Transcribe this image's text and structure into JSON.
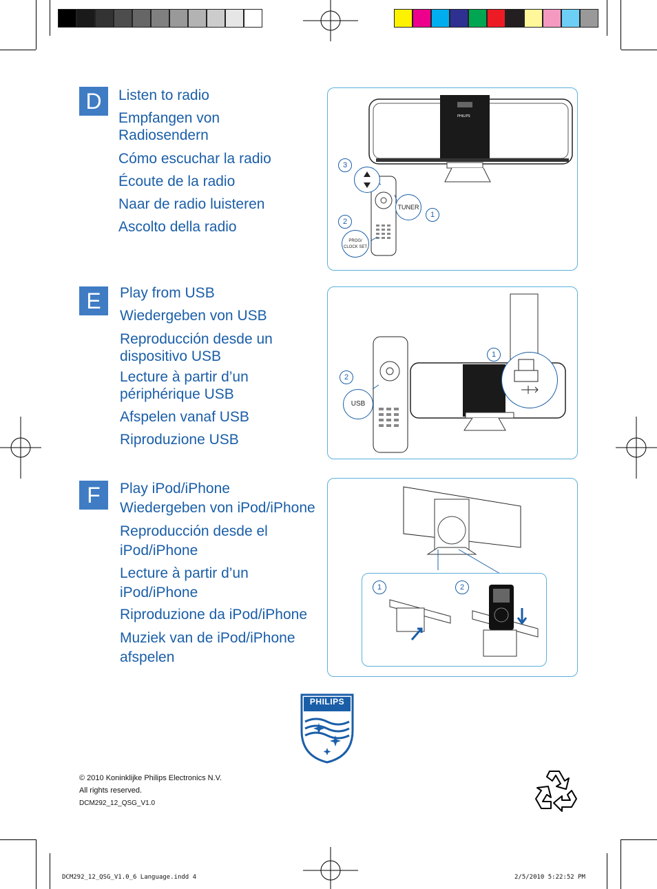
{
  "print_marks": {
    "gray_swatches": [
      "#000000",
      "#1a1a1a",
      "#333333",
      "#4d4d4d",
      "#666666",
      "#808080",
      "#999999",
      "#b3b3b3",
      "#cccccc",
      "#e6e6e6",
      "#ffffff"
    ],
    "color_swatches": [
      "#fff200",
      "#ec008c",
      "#00aeef",
      "#2e3192",
      "#00a651",
      "#ed1c24",
      "#231f20",
      "#fff799",
      "#f49ac1",
      "#6dcff6",
      "#999999"
    ]
  },
  "sections": {
    "d": {
      "letter": "D",
      "lines": [
        "Listen to radio",
        "Empfangen von Radiosendern",
        "Cómo escuchar la radio",
        "Écoute de la radio",
        "Naar de radio luisteren",
        "Ascolto della radio"
      ],
      "steps": [
        "3",
        "2",
        "1"
      ],
      "callouts": {
        "tuner": "TUNER",
        "prog": "PROG/",
        "clock": "CLOCK SET"
      }
    },
    "e": {
      "letter": "E",
      "lines": [
        "Play from USB",
        "Wiedergeben von USB",
        "Reproducción desde un dispositivo USB",
        "Lecture à partir d’un périphérique USB",
        "Afspelen vanaf USB",
        "Riproduzione USB"
      ],
      "steps": [
        "1",
        "2"
      ],
      "callouts": {
        "usb": "USB"
      }
    },
    "f": {
      "letter": "F",
      "lines": [
        "Play iPod/iPhone",
        "Wiedergeben von iPod/iPhone",
        "Reproducción desde el iPod/iPhone",
        "Lecture à partir d’un iPod/iPhone",
        "Riproduzione da iPod/iPhone",
        "Muziek van de iPod/iPhone afspelen"
      ],
      "steps": [
        "1",
        "2"
      ]
    }
  },
  "brand": {
    "name": "PHILIPS",
    "color": "#1a5ea8",
    "device_label": "PHILIPS"
  },
  "footer": {
    "copyright": "© 2010 Koninklijke Philips Electronics N.V.",
    "rights": "All rights reserved.",
    "code": "DCM292_12_QSG_V1.0",
    "slug_file": "DCM292_12_QSG_V1.0_6 Language.indd   4",
    "slug_date": "2/5/2010   5:22:52 PM"
  },
  "icons": [
    "registration-mark-icon",
    "recycle-icon",
    "usb-icon",
    "up-arrow-icon",
    "down-arrow-icon"
  ]
}
